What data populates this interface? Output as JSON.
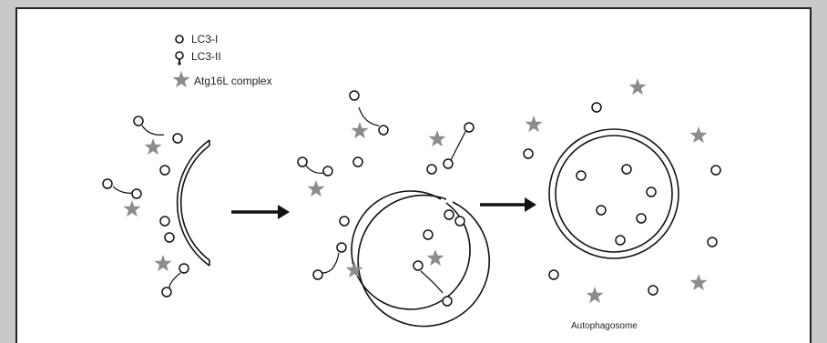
{
  "legend": {
    "lc3_i": "LC3-I",
    "lc3_ii": "LC3-II",
    "atg16l": "Atg16L complex"
  },
  "caption": "Autophagosome",
  "colors": {
    "star": "#8c8c8c",
    "line": "#111111",
    "frame_bg": "#c9c9c9"
  }
}
